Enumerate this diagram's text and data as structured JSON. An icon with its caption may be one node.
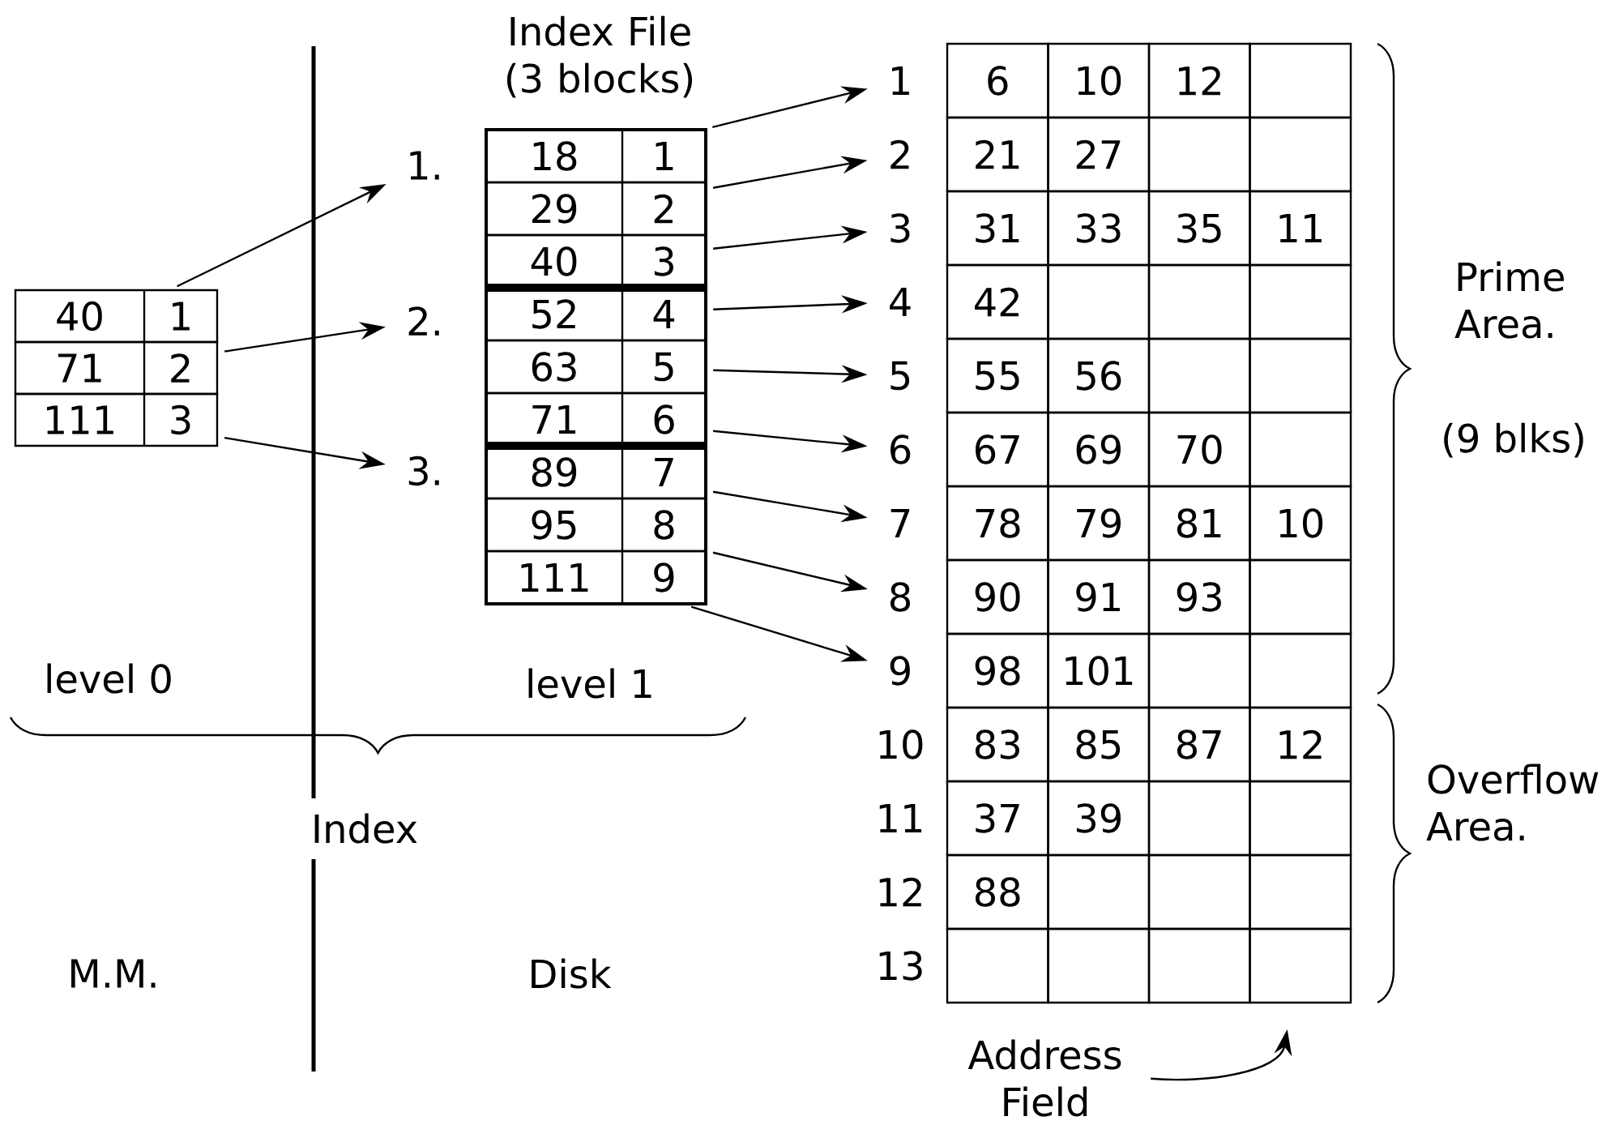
{
  "diagram": {
    "nodes": [
      {
        "text": [
          "40",
          "1"
        ]
      },
      {
        "text": [
          "71",
          "2"
        ]
      },
      {
        "text": [
          "111",
          "3"
        ]
      },
      {
        "text": [
          "1."
        ]
      },
      {
        "text": [
          "2."
        ]
      },
      {
        "text": [
          "3."
        ]
      },
      {
        "text": [
          "Index File (3 blocks)"
        ]
      },
      {
        "text": [
          "18",
          "1"
        ],
        "in": 6
      },
      {
        "text": [
          "29",
          "2"
        ],
        "in": 6
      },
      {
        "text": [
          "40",
          "3"
        ],
        "in": 6
      },
      {
        "text": [
          "52",
          "4"
        ],
        "in": 6
      },
      {
        "text": [
          "63",
          "5"
        ],
        "in": 6
      },
      {
        "text": [
          "71",
          "6"
        ],
        "in": 6
      },
      {
        "text": [
          "89",
          "7"
        ],
        "in": 6
      },
      {
        "text": [
          "95",
          "8"
        ],
        "in": 6
      },
      {
        "text": [
          "111",
          "9"
        ],
        "in": 6
      },
      {
        "text": [
          "1",
          "6",
          "10",
          "12"
        ]
      },
      {
        "text": [
          "2",
          "21",
          "27"
        ]
      },
      {
        "text": [
          "3",
          "31",
          "33",
          "35",
          "11"
        ]
      },
      {
        "text": [
          "4",
          "42"
        ]
      },
      {
        "text": [
          "5",
          "55",
          "56"
        ]
      },
      {
        "text": [
          "6",
          "67",
          "69",
          "70"
        ]
      },
      {
        "text": [
          "7",
          "78",
          "79",
          "81",
          "10"
        ]
      },
      {
        "text": [
          "8",
          "90",
          "91",
          "93"
        ]
      },
      {
        "text": [
          "9",
          "98",
          "101"
        ]
      },
      {
        "text": [
          "10",
          "83",
          "85",
          "87",
          "12"
        ]
      },
      {
        "text": [
          "11",
          "37",
          "39"
        ]
      },
      {
        "text": [
          "12",
          "88"
        ]
      },
      {
        "text": [
          "13"
        ]
      },
      {
        "text": [
          "Address Field"
        ]
      }
    ],
    "edges": [
      {
        "from": 0,
        "to": 3,
        "arrow": "to"
      },
      {
        "from": 1,
        "to": 4,
        "arrow": "to"
      },
      {
        "from": 2,
        "to": 5,
        "arrow": "to"
      },
      {
        "from": 7,
        "to": 16,
        "arrow": "to"
      },
      {
        "from": 8,
        "to": 17,
        "arrow": "to"
      },
      {
        "from": 9,
        "to": 18,
        "arrow": "to"
      },
      {
        "from": 10,
        "to": 19,
        "arrow": "to"
      },
      {
        "from": 11,
        "to": 20,
        "arrow": "to"
      },
      {
        "from": 12,
        "to": 21,
        "arrow": "to"
      },
      {
        "from": 13,
        "to": 22,
        "arrow": "to"
      },
      {
        "from": 14,
        "to": 23,
        "arrow": "to"
      },
      {
        "from": 15,
        "to": 24,
        "arrow": "to"
      },
      {
        "from": 29,
        "to": null,
        "arrow": "to"
      }
    ],
    "labels": [
      "level 0",
      "level 1",
      "Index",
      "M.M.",
      "Disk",
      "Prime Area.",
      "(9 blks)",
      "Overflow Area."
    ]
  }
}
